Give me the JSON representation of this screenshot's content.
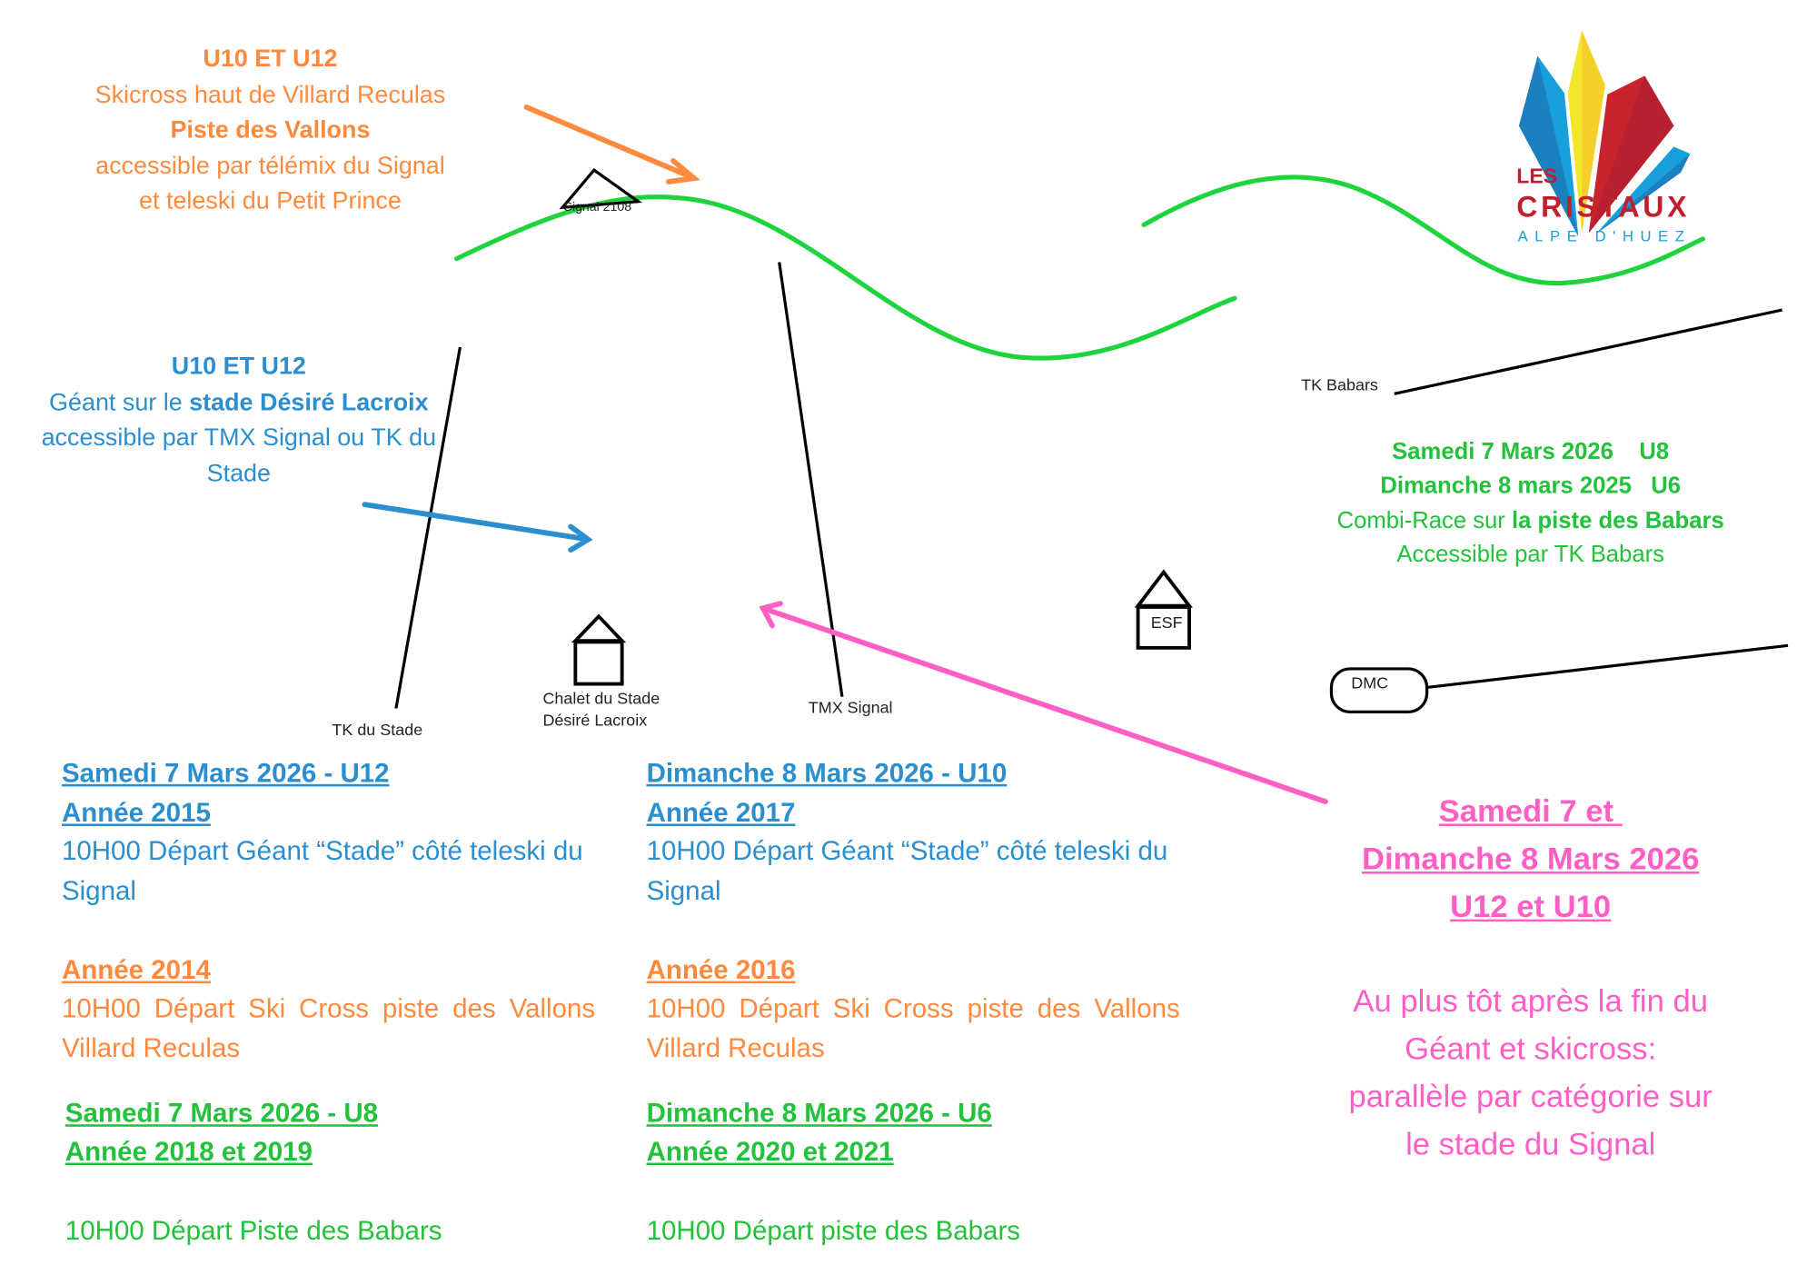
{
  "orange_info": {
    "title": "U10  ET U12",
    "line1": "Skicross haut de Villard Reculas",
    "line2": "Piste des Vallons",
    "line3": "accessible par télémix du Signal",
    "line4": "et teleski du Petit Prince"
  },
  "blue_info": {
    "title": "U10  ET U12",
    "line1_prefix": "Géant sur le ",
    "line1_bold": "stade Désiré Lacroix",
    "line2": "accessible par TMX Signal ou TK du",
    "line3": "Stade"
  },
  "green_info": {
    "line1": "Samedi 7 Mars 2026    U8",
    "line2": "Dimanche 8 mars 2025   U6",
    "line3_prefix": "Combi-Race sur ",
    "line3_bold": "la piste des Babars",
    "line4": "Accessible par TK Babars"
  },
  "pink_info": {
    "heading1": "Samedi 7 et ",
    "heading2": "Dimanche 8 Mars 2026",
    "heading3": "U12 et U10",
    "body1": "Au plus tôt après la fin du",
    "body2": "Géant et skicross:",
    "body3": "parallèle par catégorie sur",
    "body4": "le stade du Signal"
  },
  "map_labels": {
    "signal": "Signal 2108",
    "tk_stade": "TK du Stade",
    "chalet1": "Chalet du Stade",
    "chalet2": "Désiré Lacroix",
    "tmx": "TMX Signal",
    "tk_babars": "TK Babars",
    "esf": "ESF",
    "dmc": "DMC"
  },
  "logo": {
    "les": "LES",
    "cristaux": "CRISTAUX",
    "alpe": "ALPE D'HUEZ"
  },
  "schedule_left": {
    "heading1": "Samedi 7 Mars 2026 - U12",
    "heading2": "Année 2015",
    "geant": "10H00 Départ Géant “Stade” côté teleski du Signal",
    "orange_heading": "Année 2014",
    "skicross": "10H00 Départ Ski Cross piste des Vallons Villard Reculas",
    "green_heading1": "Samedi 7 Mars 2026 - U8",
    "green_heading2": "Année 2018 et 2019",
    "babars": "10H00 Départ Piste des Babars"
  },
  "schedule_right": {
    "heading1": "Dimanche 8 Mars 2026 - U10",
    "heading2": "Année 2017",
    "geant": "10H00 Départ Géant “Stade” côté teleski du Signal",
    "orange_heading": "Année 2016",
    "skicross": "10H00 Départ Ski Cross piste des Vallons Villard Reculas",
    "green_heading1": "Dimanche 8 Mars 2026 - U6",
    "green_heading2": "Année 2020 et 2021",
    "babars": "10H00 Départ piste des Babars"
  },
  "colors": {
    "orange": "#ff8a3d",
    "blue": "#2b8fcf",
    "green": "#22c23a",
    "pink": "#ff5fc4"
  }
}
